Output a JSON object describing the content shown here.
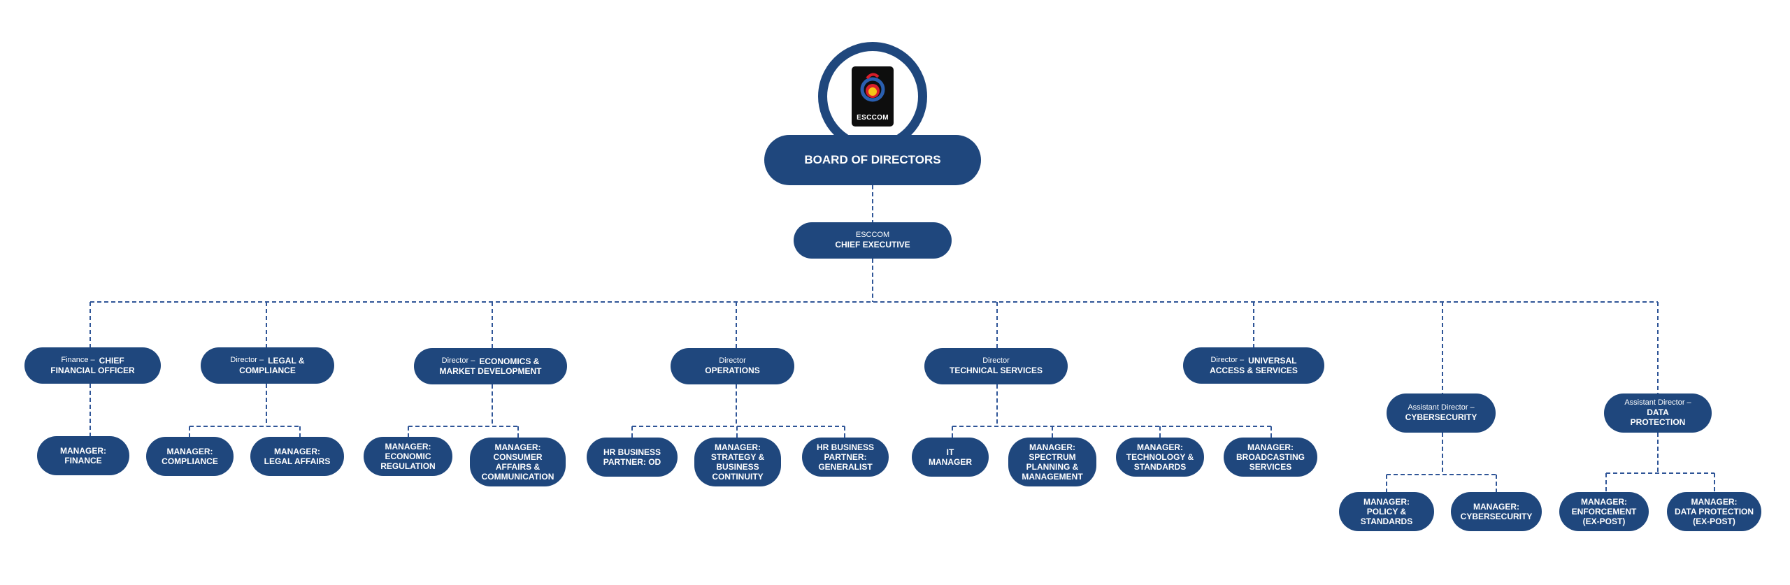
{
  "logo": {
    "wordmark": "ESCCOM"
  },
  "board": {
    "label": "BOARD OF DIRECTORS"
  },
  "ceo": {
    "org": "ESCCOM",
    "title": "CHIEF EXECUTIVE"
  },
  "directors": [
    {
      "prefix": "Finance –",
      "title_1": "CHIEF",
      "title_2": "FINANCIAL OFFICER"
    },
    {
      "prefix": "Director –",
      "title_1": "LEGAL &",
      "title_2": "COMPLIANCE"
    },
    {
      "prefix": "Director –",
      "title_1": "ECONOMICS &",
      "title_2": "MARKET DEVELOPMENT"
    },
    {
      "prefix": "Director",
      "title_1": "OPERATIONS"
    },
    {
      "prefix": "Director",
      "title_1": "TECHNICAL SERVICES"
    },
    {
      "prefix": "Director –",
      "title_1": "UNIVERSAL",
      "title_2": "ACCESS & SERVICES"
    },
    {
      "prefix": "Assistant Director –",
      "title_1": "CYBERSECURITY"
    },
    {
      "prefix": "Assistant Director –",
      "title_1": "DATA",
      "title_2": "PROTECTION"
    }
  ],
  "managers": {
    "finance": {
      "line1": "MANAGER:",
      "line2": "FINANCE"
    },
    "compliance": {
      "line1": "MANAGER:",
      "line2": "COMPLIANCE"
    },
    "legal_affairs": {
      "line1": "MANAGER:",
      "line2": "LEGAL AFFAIRS"
    },
    "economic_regulation": {
      "line1": "MANAGER:",
      "line2": "ECONOMIC",
      "line3": "REGULATION"
    },
    "consumer_affairs": {
      "line1": "MANAGER:",
      "line2": "CONSUMER",
      "line3": "AFFAIRS &",
      "line4": "COMMUNICATION"
    },
    "hr_od": {
      "line1": "HR BUSINESS",
      "line2": "PARTNER: OD"
    },
    "strategy": {
      "line1": "MANAGER:",
      "line2": "STRATEGY &",
      "line3": "BUSINESS",
      "line4": "CONTINUITY"
    },
    "hr_generalist": {
      "line1": "HR BUSINESS",
      "line2": "PARTNER:",
      "line3": "GENERALIST"
    },
    "it": {
      "line1": "IT",
      "line2": "MANAGER"
    },
    "spectrum": {
      "line1": "MANAGER:",
      "line2": "SPECTRUM",
      "line3": "PLANNING &",
      "line4": "MANAGEMENT"
    },
    "tech_standards": {
      "line1": "MANAGER:",
      "line2": "TECHNOLOGY &",
      "line3": "STANDARDS"
    },
    "broadcasting": {
      "line1": "MANAGER:",
      "line2": "BROADCASTING",
      "line3": "SERVICES"
    },
    "policy": {
      "line1": "MANAGER:",
      "line2": "POLICY &",
      "line3": "STANDARDS"
    },
    "cybersecurity": {
      "line1": "MANAGER:",
      "line2": "CYBERSECURITY"
    },
    "enforcement": {
      "line1": "MANAGER:",
      "line2": "ENFORCEMENT",
      "line3": "(EX-POST)"
    },
    "data_protection": {
      "line1": "MANAGER:",
      "line2": "DATA PROTECTION",
      "line3": "(EX-POST)"
    }
  },
  "colors": {
    "node_fill": "#1f477d",
    "connector": "#2f5597",
    "text": "#ffffff"
  }
}
